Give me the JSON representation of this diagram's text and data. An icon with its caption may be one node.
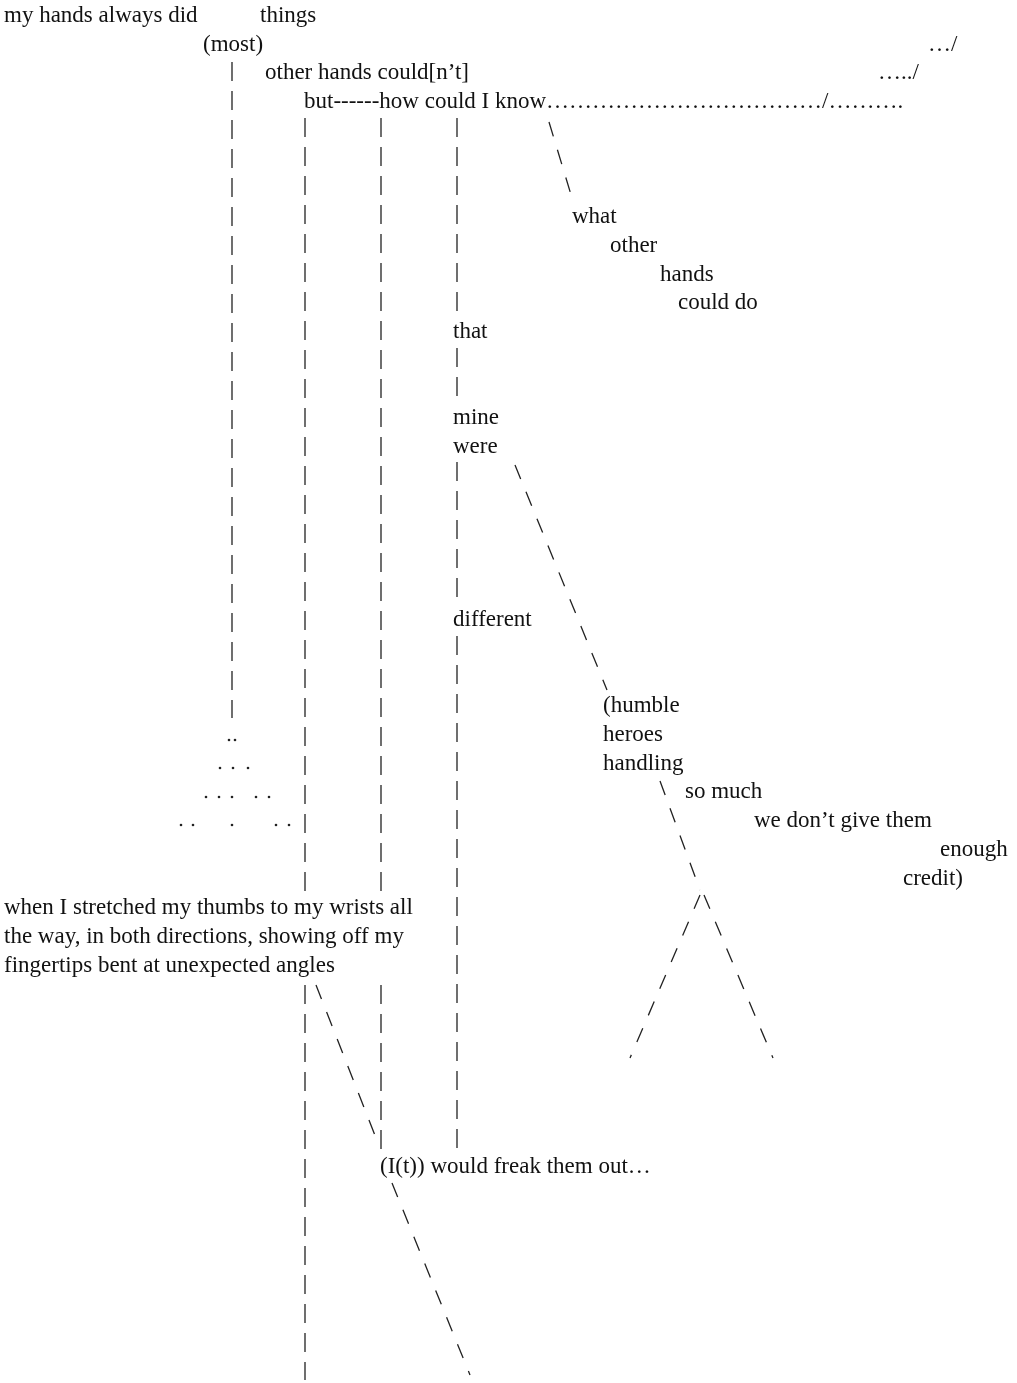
{
  "diagram": {
    "labels": [
      "my hands always did",
      "things",
      "(most)",
      "…/",
      "other hands could[n’t]",
      "…../",
      "but------how could I know………………………………/……….",
      "what",
      "other",
      "hands",
      "could do",
      "that",
      "mine",
      "were",
      "different",
      "(humble",
      "heroes",
      "handling",
      "so much",
      "we don’t give them",
      "enough",
      "credit)",
      "when I stretched my thumbs to my wrists all the way, in both directions, showing off my fingertips bent at unexpected angles",
      "(I(t)) would freak them out…"
    ]
  }
}
